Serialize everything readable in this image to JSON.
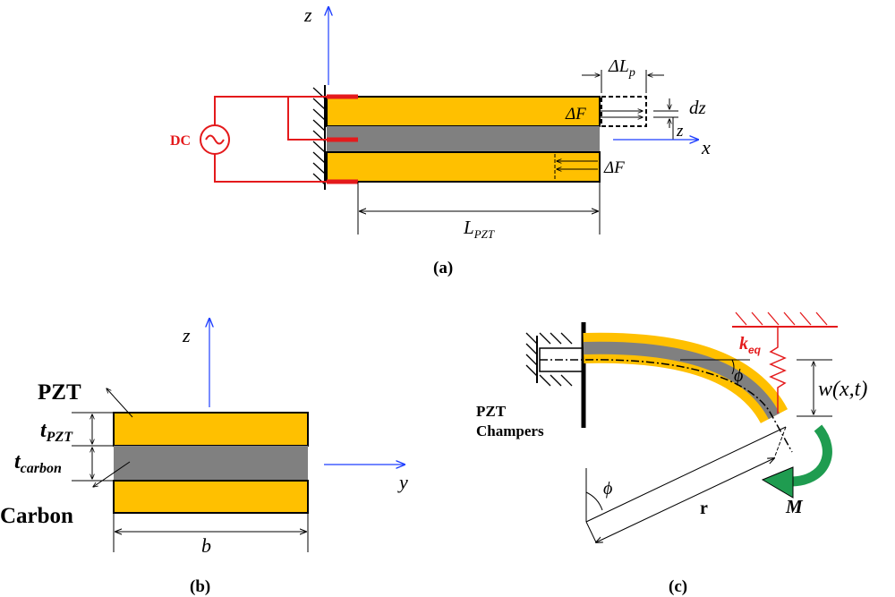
{
  "colors": {
    "pzt": "#ffc000",
    "carbon": "#808080",
    "circuit": "#e41a1c",
    "axis": "#1f3fff",
    "moment_arrow": "#1f9c50",
    "outline": "#000000"
  },
  "panel_a": {
    "caption": "(a)",
    "source_label": "DC",
    "axis_z": "z",
    "axis_x": "x",
    "delta_f_top": "ΔF",
    "delta_f_bottom": "ΔF",
    "delta_lp_base": "ΔL",
    "delta_lp_sub": "p",
    "dz_label": "dz",
    "z_label": "z",
    "length_base": "L",
    "length_sub": "PZT"
  },
  "panel_b": {
    "caption": "(b)",
    "axis_z": "z",
    "axis_y": "y",
    "pzt_label": "PZT",
    "carbon_label": "Carbon",
    "t_pzt_base": "t",
    "t_pzt_sub": "PZT",
    "t_carbon_base": "t",
    "t_carbon_sub": "carbon",
    "width_label": "b"
  },
  "panel_c": {
    "caption": "(c)",
    "beam_label_line1": "PZT",
    "beam_label_line2": "Champers",
    "k_base": "k",
    "k_sub": "eq",
    "deflection_label": "w(x,t)",
    "angle_top": "ϕ",
    "angle_bottom": "ϕ",
    "radius_label": "r",
    "moment_label": "M"
  }
}
